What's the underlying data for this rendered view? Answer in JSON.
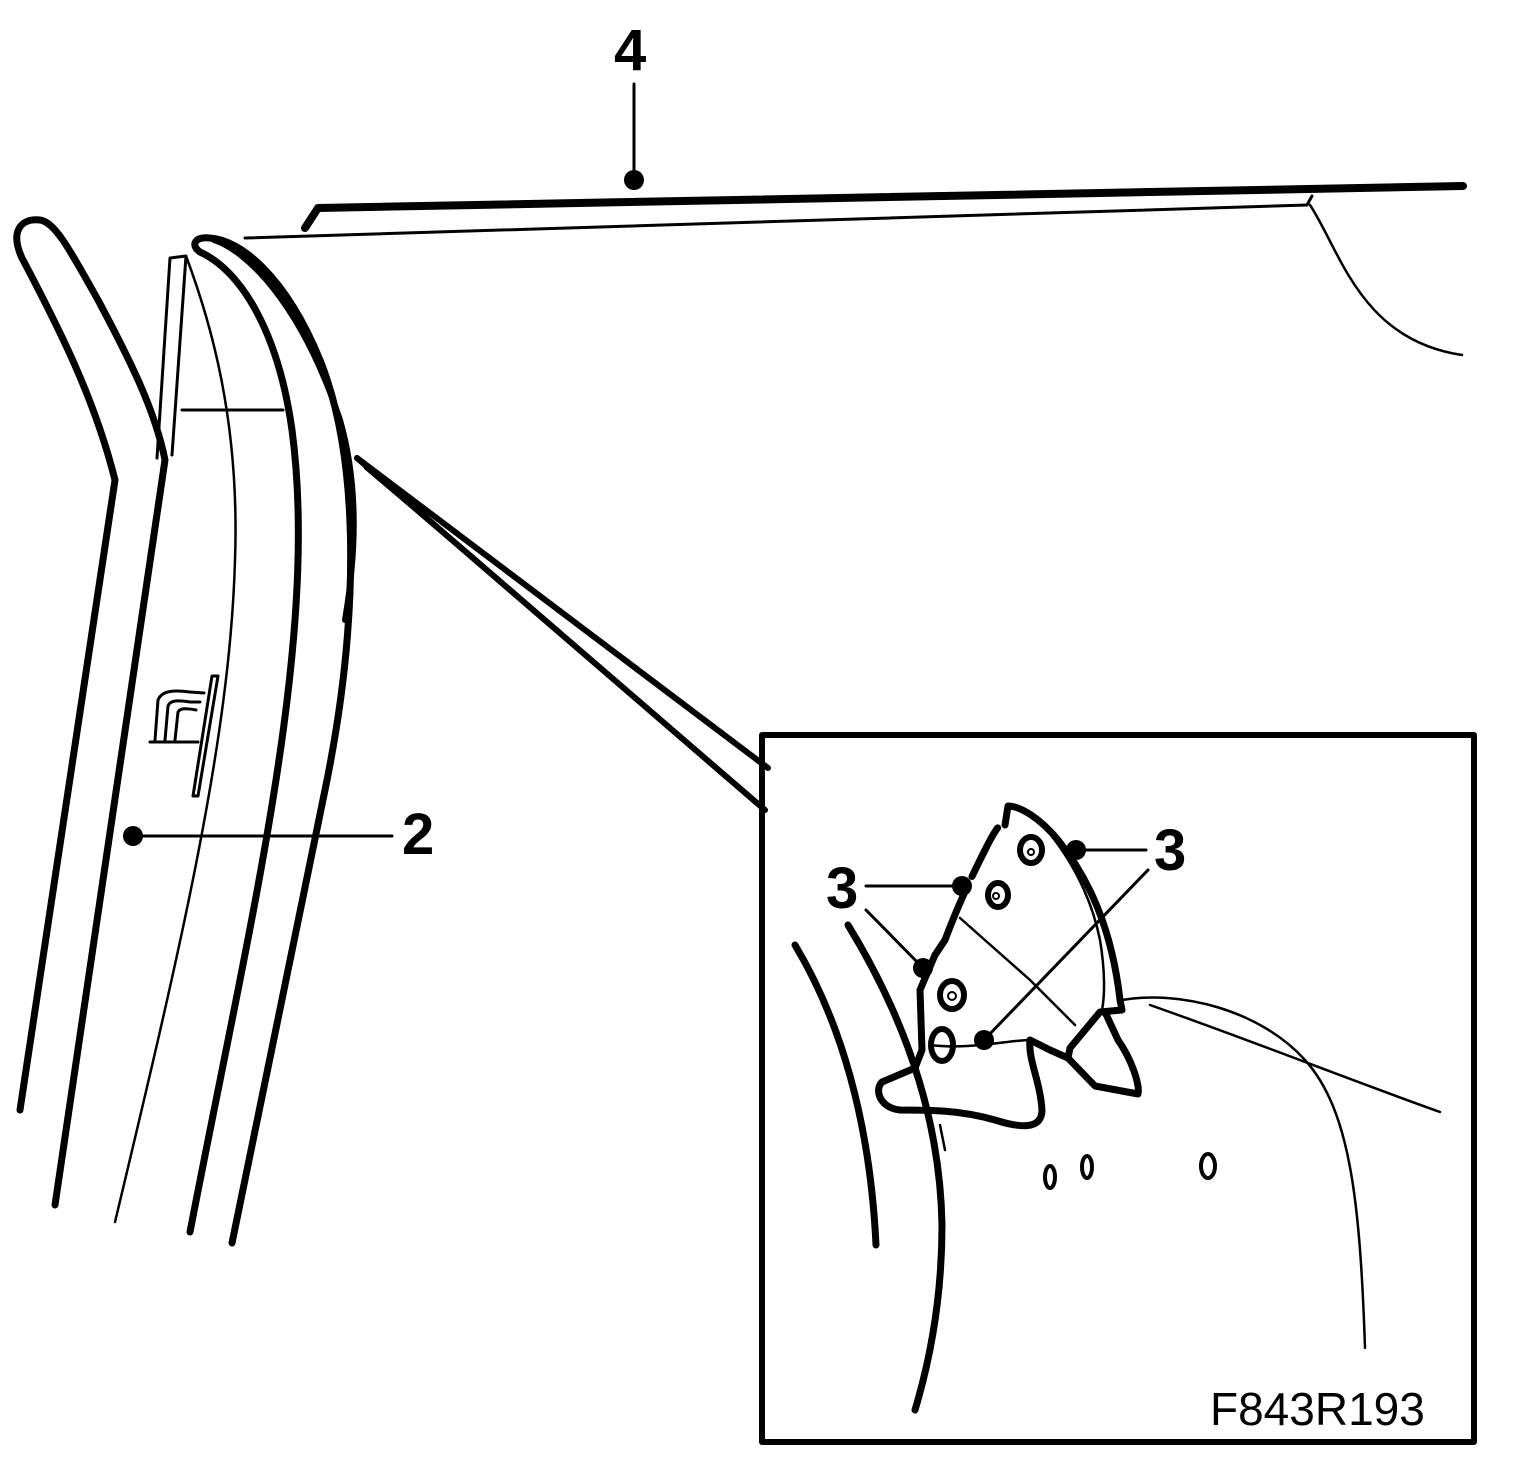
{
  "callouts": {
    "roof_edge": "4",
    "pillar": "2",
    "clip_left": "3",
    "clip_right": "3"
  },
  "figure_code": "F843R193",
  "colors": {
    "ink": "#000000",
    "paper": "#ffffff"
  }
}
